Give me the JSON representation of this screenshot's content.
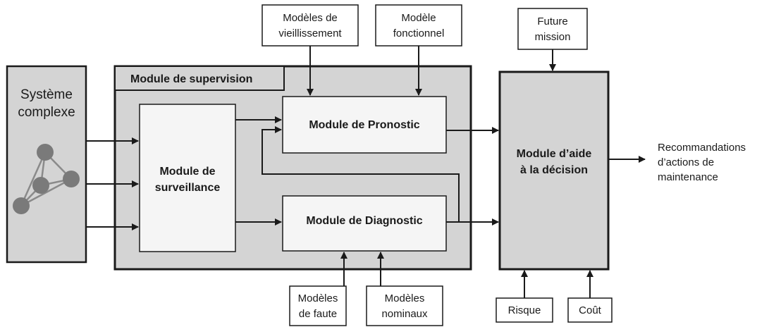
{
  "colors": {
    "stroke": "#1a1a1a",
    "panel_fill": "#d4d4d4",
    "box_fill": "#f5f5f5",
    "node_fill": "#7a7a7a",
    "background": "#ffffff"
  },
  "complex_system": {
    "line1": "Système",
    "line2": "complexe"
  },
  "supervision": {
    "title": "Module de supervision"
  },
  "surveillance": {
    "line1": "Module de",
    "line2": "surveillance"
  },
  "pronostic": {
    "label": "Module de Pronostic"
  },
  "diagnostic": {
    "label": "Module de Diagnostic"
  },
  "decision": {
    "line1": "Module d’aide",
    "line2": "à la décision"
  },
  "aging_models": {
    "line1": "Modèles de",
    "line2": "vieillissement"
  },
  "functional_model": {
    "line1": "Modèle",
    "line2": "fonctionnel"
  },
  "future_mission": {
    "line1": "Future",
    "line2": "mission"
  },
  "fault_models": {
    "line1": "Modèles",
    "line2": "de faute"
  },
  "nominal_models": {
    "line1": "Modèles",
    "line2": "nominaux"
  },
  "risk": {
    "label": "Risque"
  },
  "cost": {
    "label": "Coût"
  },
  "output": {
    "line1": "Recommandations",
    "line2": "d’actions de",
    "line3": "maintenance"
  }
}
